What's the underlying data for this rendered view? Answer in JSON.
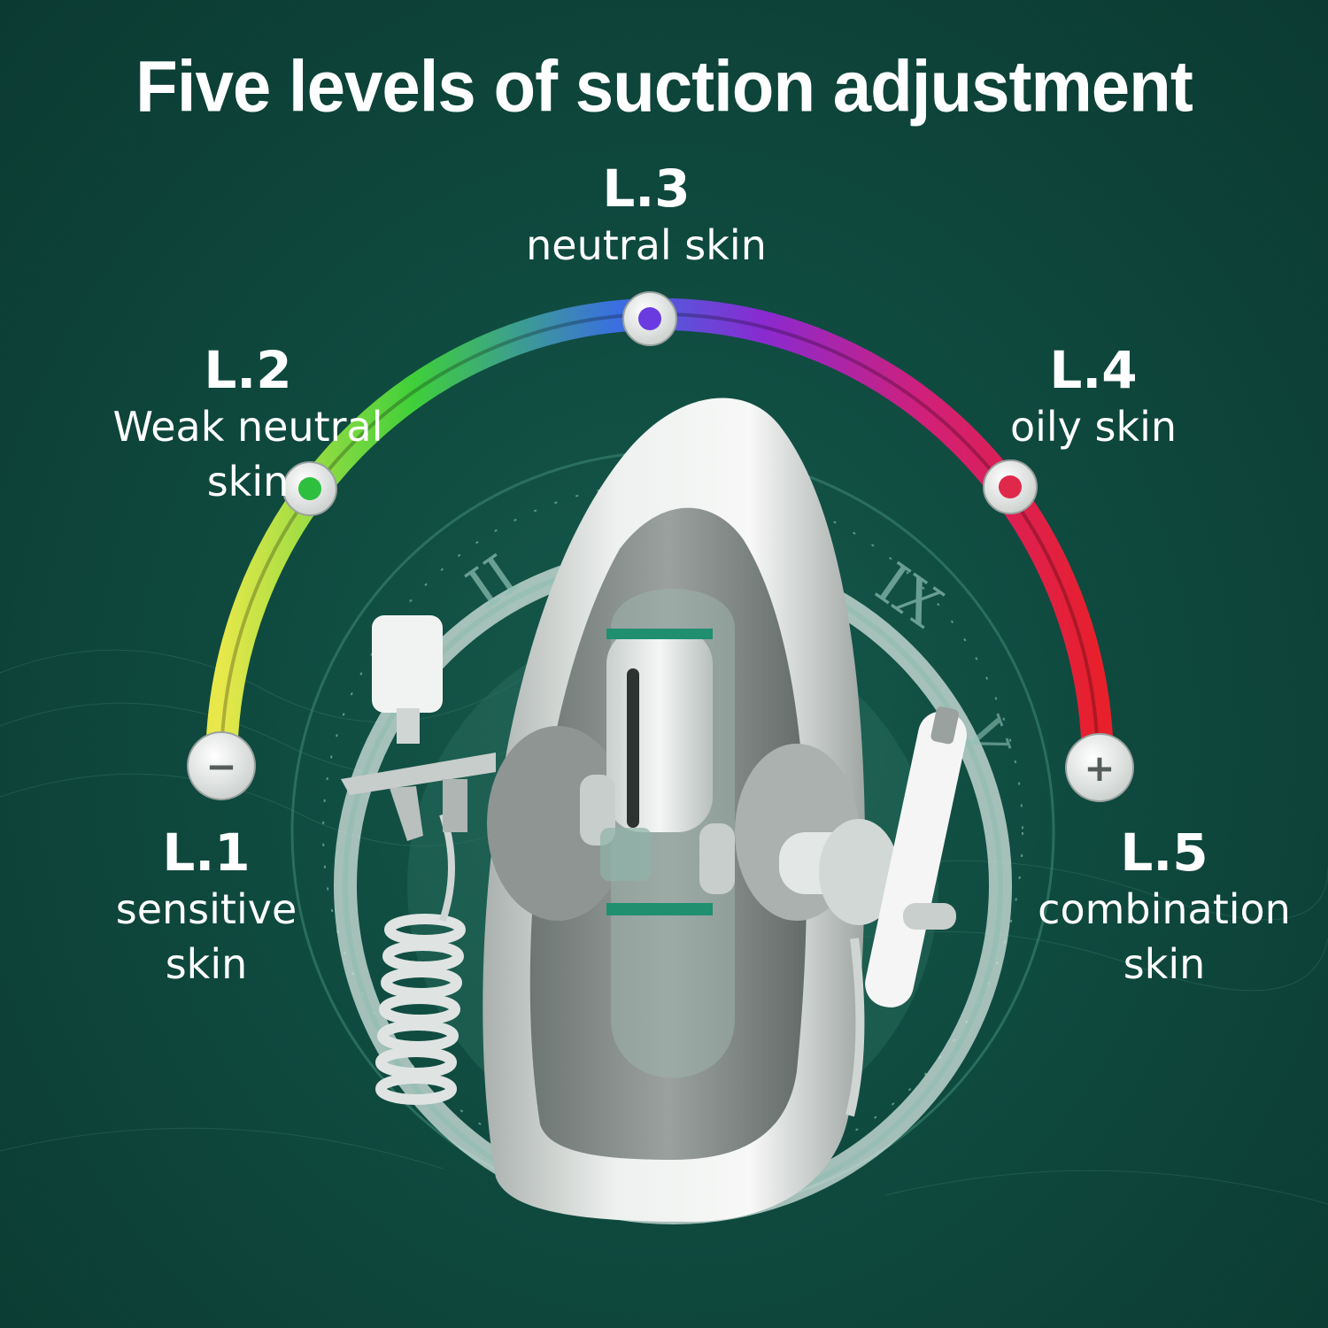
{
  "title": "Five levels of suction adjustment",
  "minus_symbol": "−",
  "plus_symbol": "+",
  "clock_numerals": [
    "II",
    "IX",
    "V"
  ],
  "levels": [
    {
      "code": "L.1",
      "line1": "sensitive",
      "line2": "skin",
      "color": "#d8e84a"
    },
    {
      "code": "L.2",
      "line1": "Weak neutral",
      "line2": "skin",
      "color": "#2fbf3f"
    },
    {
      "code": "L.3",
      "line1": "neutral skin",
      "line2": "",
      "color": "#6a3be0"
    },
    {
      "code": "L.4",
      "line1": "oily skin",
      "line2": "",
      "color": "#e0294a"
    },
    {
      "code": "L.5",
      "line1": "combination",
      "line2": "skin",
      "color": "#e01e30"
    }
  ],
  "colors": {
    "background": "#0f4a3f",
    "arc_yellow": "#e8e84a",
    "arc_green": "#3fcf3a",
    "arc_blue": "#3a6fe0",
    "arc_purple": "#8a2ad0",
    "arc_red": "#e8202c"
  }
}
